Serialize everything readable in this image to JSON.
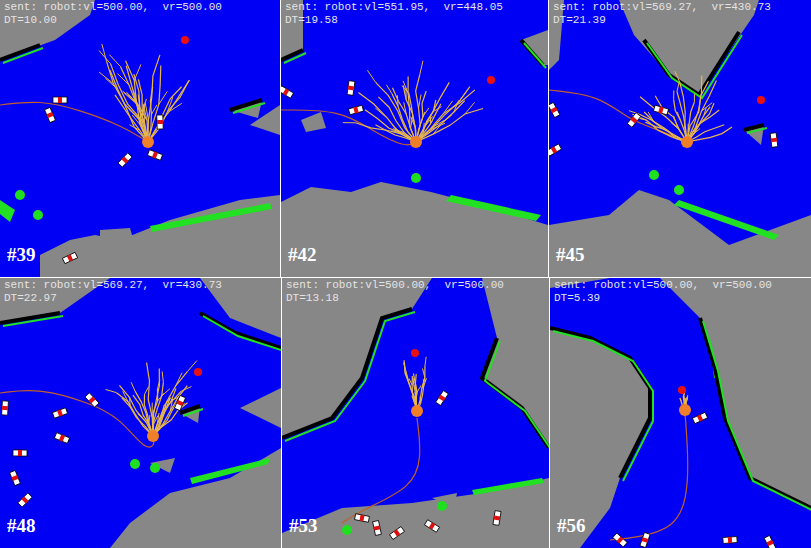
{
  "diagram": {
    "labels": [
      "sent: robot:vl=500.00,  vr=500.00",
      "DT=10.00",
      "#39",
      "sent: robot:vl=551.95,  vr=448.05",
      "DT=19.58",
      "#42",
      "sent: robot:vl=569.27,  vr=430.73",
      "DT=21.39",
      "#45",
      "sent: robot:vl=569.27,  vr=430.73",
      "DT=22.97",
      "#48",
      "sent: robot:vl=500.00,  vr=500.00",
      "DT=13.18",
      "#53",
      "sent: robot:vl=500.00,  vr=500.00",
      "DT=5.39",
      "#56"
    ]
  }
}
